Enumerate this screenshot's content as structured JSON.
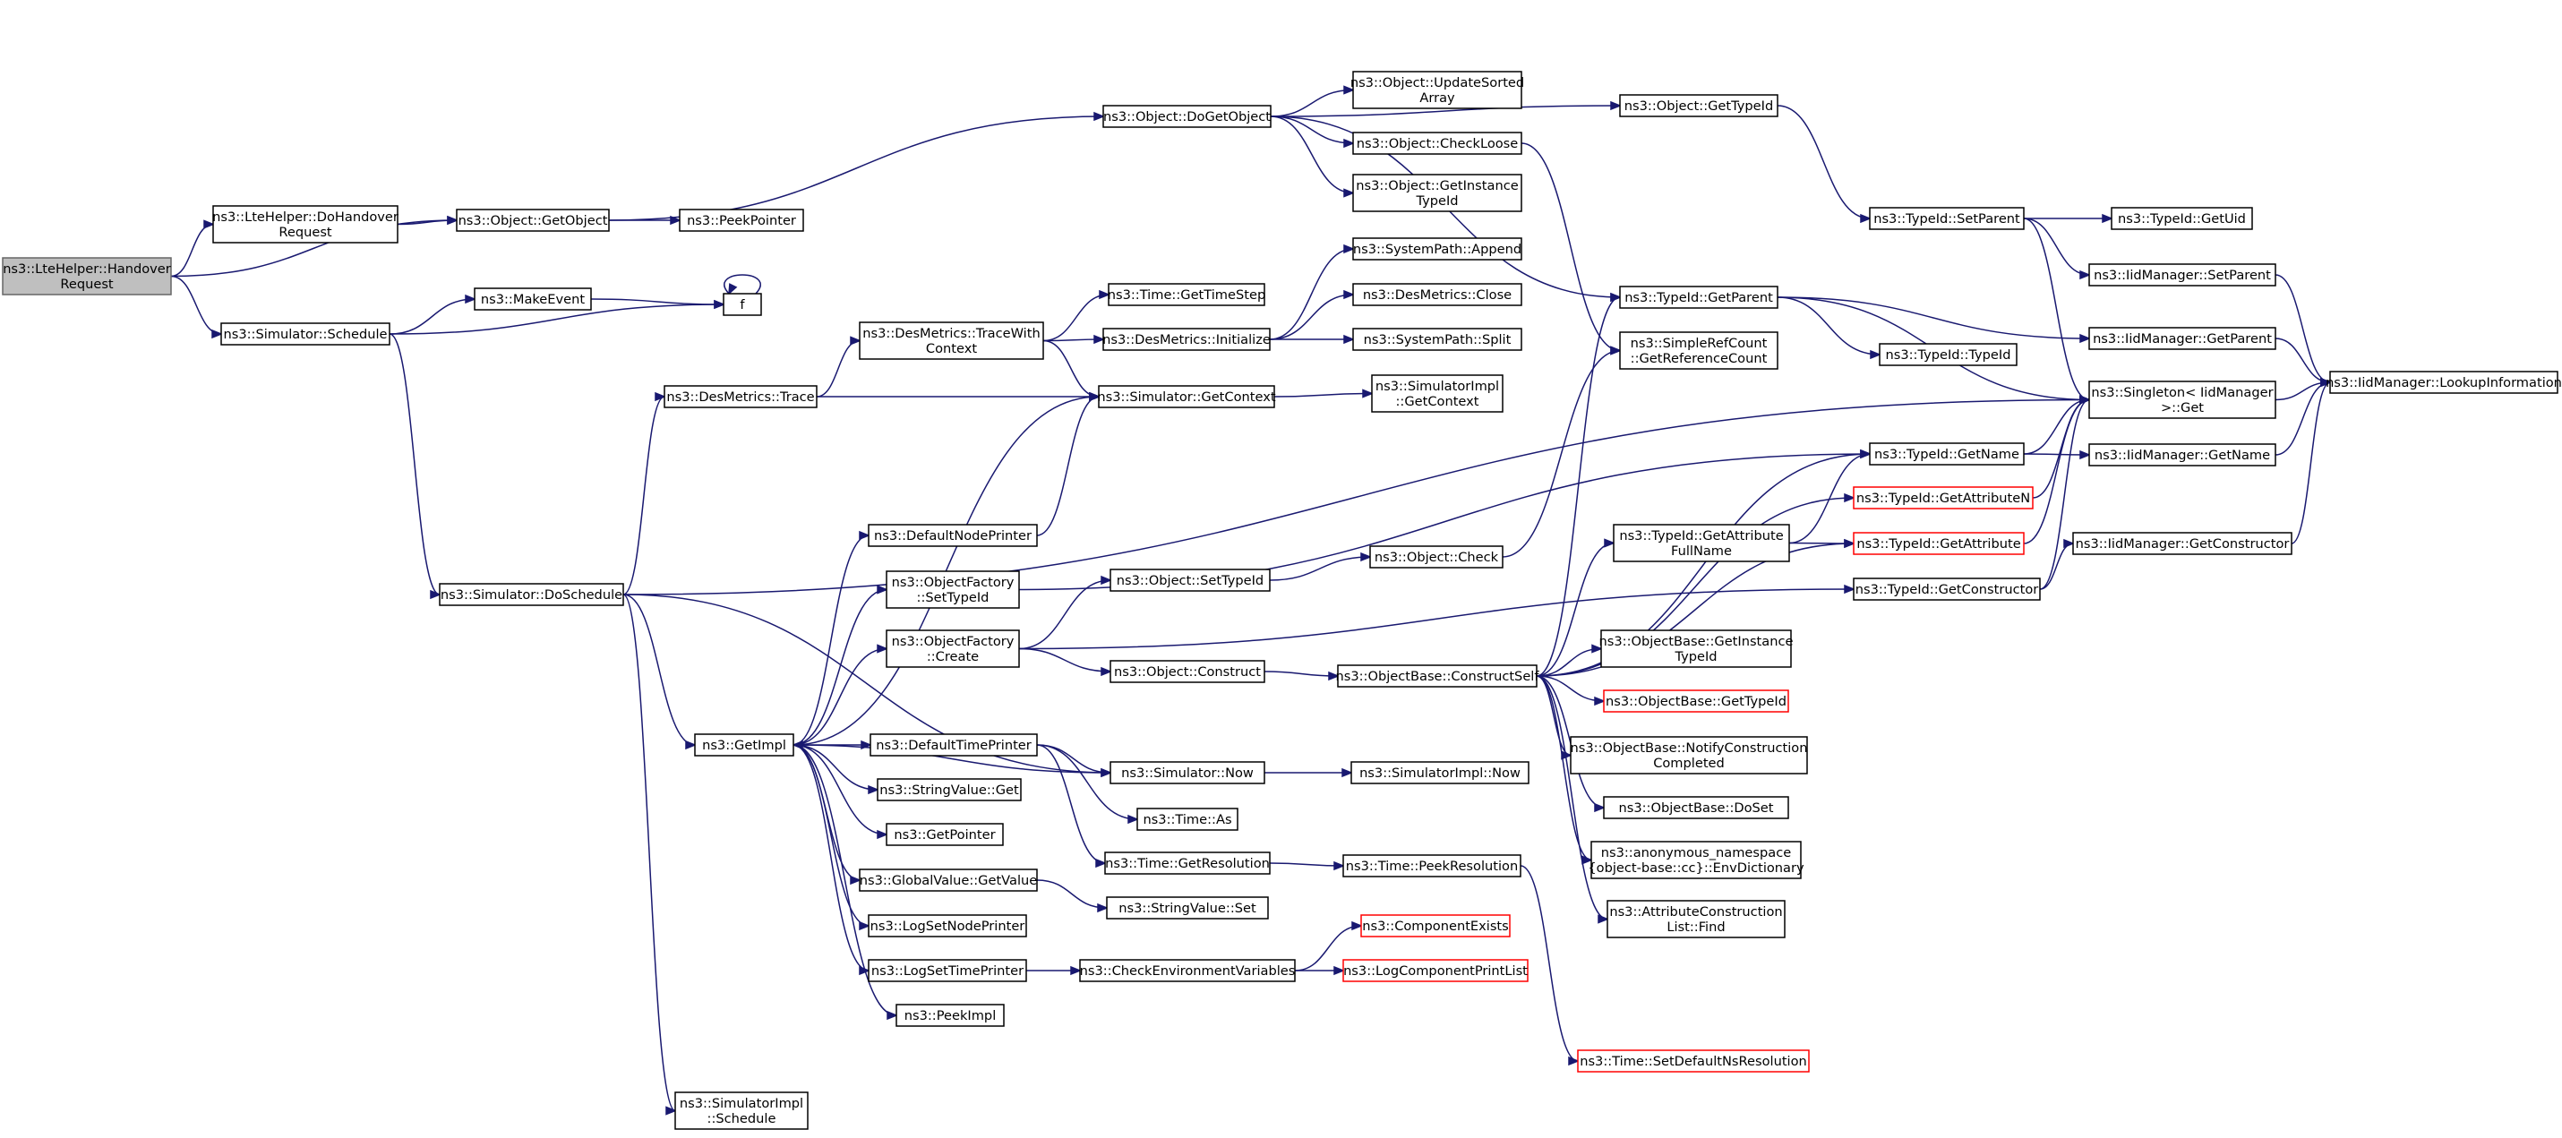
{
  "graph": {
    "root": "n_root",
    "nodes": [
      {
        "id": "n_root",
        "lines": [
          "ns3::LteHelper::Handover",
          "Request"
        ],
        "kind": "root"
      },
      {
        "id": "n_dohandover",
        "lines": [
          "ns3::LteHelper::DoHandover",
          "Request"
        ]
      },
      {
        "id": "n_getobject",
        "lines": [
          "ns3::Object::GetObject"
        ]
      },
      {
        "id": "n_peekpointer",
        "lines": [
          "ns3::PeekPointer"
        ]
      },
      {
        "id": "n_dogetobject",
        "lines": [
          "ns3::Object::DoGetObject"
        ]
      },
      {
        "id": "n_updatesorted",
        "lines": [
          "ns3::Object::UpdateSorted",
          "Array"
        ]
      },
      {
        "id": "n_checkloose",
        "lines": [
          "ns3::Object::CheckLoose"
        ]
      },
      {
        "id": "n_getinstancetypeid",
        "lines": [
          "ns3::Object::GetInstance",
          "TypeId"
        ]
      },
      {
        "id": "n_obj_gettypeid",
        "lines": [
          "ns3::Object::GetTypeId"
        ]
      },
      {
        "id": "n_setparent",
        "lines": [
          "ns3::TypeId::SetParent"
        ]
      },
      {
        "id": "n_getuid",
        "lines": [
          "ns3::TypeId::GetUid"
        ]
      },
      {
        "id": "n_iid_setparent",
        "lines": [
          "ns3::IidManager::SetParent"
        ]
      },
      {
        "id": "n_iid_getparent",
        "lines": [
          "ns3::IidManager::GetParent"
        ]
      },
      {
        "id": "n_lookupinfo",
        "lines": [
          "ns3::IidManager::LookupInformation"
        ]
      },
      {
        "id": "n_singleton",
        "lines": [
          "ns3::Singleton< IidManager",
          " >::Get"
        ]
      },
      {
        "id": "n_iid_getname",
        "lines": [
          "ns3::IidManager::GetName"
        ]
      },
      {
        "id": "n_iid_getctor",
        "lines": [
          "ns3::IidManager::GetConstructor"
        ]
      },
      {
        "id": "n_tid_getparent",
        "lines": [
          "ns3::TypeId::GetParent"
        ]
      },
      {
        "id": "n_tid_typeid",
        "lines": [
          "ns3::TypeId::TypeId"
        ]
      },
      {
        "id": "n_refcount",
        "lines": [
          "ns3::SimpleRefCount",
          "::GetReferenceCount"
        ]
      },
      {
        "id": "n_tid_getname",
        "lines": [
          "ns3::TypeId::GetName"
        ]
      },
      {
        "id": "n_getattrn",
        "lines": [
          "ns3::TypeId::GetAttributeN"
        ],
        "kind": "trunc"
      },
      {
        "id": "n_getattr",
        "lines": [
          "ns3::TypeId::GetAttribute"
        ],
        "kind": "trunc"
      },
      {
        "id": "n_getattrfull",
        "lines": [
          "ns3::TypeId::GetAttribute",
          "FullName"
        ]
      },
      {
        "id": "n_tid_getctor",
        "lines": [
          "ns3::TypeId::GetConstructor"
        ]
      },
      {
        "id": "n_makeevent",
        "lines": [
          "ns3::MakeEvent"
        ]
      },
      {
        "id": "n_f",
        "lines": [
          "f"
        ]
      },
      {
        "id": "n_sim_schedule",
        "lines": [
          "ns3::Simulator::Schedule"
        ]
      },
      {
        "id": "n_gettimestep",
        "lines": [
          "ns3::Time::GetTimeStep"
        ]
      },
      {
        "id": "n_tracewithctx",
        "lines": [
          "ns3::DesMetrics::TraceWith",
          "Context"
        ]
      },
      {
        "id": "n_des_init",
        "lines": [
          "ns3::DesMetrics::Initialize"
        ]
      },
      {
        "id": "n_append",
        "lines": [
          "ns3::SystemPath::Append"
        ]
      },
      {
        "id": "n_des_close",
        "lines": [
          "ns3::DesMetrics::Close"
        ]
      },
      {
        "id": "n_split",
        "lines": [
          "ns3::SystemPath::Split"
        ]
      },
      {
        "id": "n_des_trace",
        "lines": [
          "ns3::DesMetrics::Trace"
        ]
      },
      {
        "id": "n_sim_getctx",
        "lines": [
          "ns3::Simulator::GetContext"
        ]
      },
      {
        "id": "n_simimpl_getctx",
        "lines": [
          "ns3::SimulatorImpl",
          "::GetContext"
        ]
      },
      {
        "id": "n_defnodeprinter",
        "lines": [
          "ns3::DefaultNodePrinter"
        ]
      },
      {
        "id": "n_of_settypeid",
        "lines": [
          "ns3::ObjectFactory",
          "::SetTypeId"
        ]
      },
      {
        "id": "n_obj_settypeid",
        "lines": [
          "ns3::Object::SetTypeId"
        ]
      },
      {
        "id": "n_obj_check",
        "lines": [
          "ns3::Object::Check"
        ]
      },
      {
        "id": "n_of_create",
        "lines": [
          "ns3::ObjectFactory",
          "::Create"
        ]
      },
      {
        "id": "n_obj_construct",
        "lines": [
          "ns3::Object::Construct"
        ]
      },
      {
        "id": "n_constructself",
        "lines": [
          "ns3::ObjectBase::ConstructSelf"
        ]
      },
      {
        "id": "n_ob_getinstance",
        "lines": [
          "ns3::ObjectBase::GetInstance",
          "TypeId"
        ]
      },
      {
        "id": "n_ob_gettypeid",
        "lines": [
          "ns3::ObjectBase::GetTypeId"
        ],
        "kind": "trunc"
      },
      {
        "id": "n_notify",
        "lines": [
          "ns3::ObjectBase::NotifyConstruction",
          "Completed"
        ]
      },
      {
        "id": "n_doset",
        "lines": [
          "ns3::ObjectBase::DoSet"
        ]
      },
      {
        "id": "n_envdict",
        "lines": [
          "ns3::anonymous_namespace",
          "{object-base::cc}::EnvDictionary"
        ]
      },
      {
        "id": "n_attrfind",
        "lines": [
          "ns3::AttributeConstruction",
          "List::Find"
        ]
      },
      {
        "id": "n_doschedule",
        "lines": [
          "ns3::Simulator::DoSchedule"
        ]
      },
      {
        "id": "n_getimpl",
        "lines": [
          "ns3::GetImpl"
        ]
      },
      {
        "id": "n_deftimeprinter",
        "lines": [
          "ns3::DefaultTimePrinter"
        ]
      },
      {
        "id": "n_sim_now",
        "lines": [
          "ns3::Simulator::Now"
        ]
      },
      {
        "id": "n_simimpl_now",
        "lines": [
          "ns3::SimulatorImpl::Now"
        ]
      },
      {
        "id": "n_strval_get",
        "lines": [
          "ns3::StringValue::Get"
        ]
      },
      {
        "id": "n_time_as",
        "lines": [
          "ns3::Time::As"
        ]
      },
      {
        "id": "n_getpointer",
        "lines": [
          "ns3::GetPointer"
        ]
      },
      {
        "id": "n_getres",
        "lines": [
          "ns3::Time::GetResolution"
        ]
      },
      {
        "id": "n_peekres",
        "lines": [
          "ns3::Time::PeekResolution"
        ]
      },
      {
        "id": "n_gv_getvalue",
        "lines": [
          "ns3::GlobalValue::GetValue"
        ]
      },
      {
        "id": "n_strval_set",
        "lines": [
          "ns3::StringValue::Set"
        ]
      },
      {
        "id": "n_logsetnode",
        "lines": [
          "ns3::LogSetNodePrinter"
        ]
      },
      {
        "id": "n_logsettime",
        "lines": [
          "ns3::LogSetTimePrinter"
        ]
      },
      {
        "id": "n_checkenv",
        "lines": [
          "ns3::CheckEnvironmentVariables"
        ]
      },
      {
        "id": "n_compexists",
        "lines": [
          "ns3::ComponentExists"
        ],
        "kind": "trunc"
      },
      {
        "id": "n_logcompprint",
        "lines": [
          "ns3::LogComponentPrintList"
        ],
        "kind": "trunc"
      },
      {
        "id": "n_peekimpl",
        "lines": [
          "ns3::PeekImpl"
        ]
      },
      {
        "id": "n_setdefres",
        "lines": [
          "ns3::Time::SetDefaultNsResolution"
        ],
        "kind": "trunc"
      },
      {
        "id": "n_simimpl_schedule",
        "lines": [
          "ns3::SimulatorImpl",
          "::Schedule"
        ]
      }
    ],
    "edges": [
      [
        "n_root",
        "n_dohandover"
      ],
      [
        "n_root",
        "n_getobject"
      ],
      [
        "n_root",
        "n_sim_schedule"
      ],
      [
        "n_dohandover",
        "n_getobject"
      ],
      [
        "n_getobject",
        "n_peekpointer"
      ],
      [
        "n_getobject",
        "n_dogetobject"
      ],
      [
        "n_dogetobject",
        "n_updatesorted"
      ],
      [
        "n_dogetobject",
        "n_checkloose"
      ],
      [
        "n_dogetobject",
        "n_getinstancetypeid"
      ],
      [
        "n_dogetobject",
        "n_obj_gettypeid"
      ],
      [
        "n_dogetobject",
        "n_tid_getparent"
      ],
      [
        "n_checkloose",
        "n_refcount"
      ],
      [
        "n_obj_gettypeid",
        "n_setparent"
      ],
      [
        "n_setparent",
        "n_getuid"
      ],
      [
        "n_setparent",
        "n_iid_setparent"
      ],
      [
        "n_setparent",
        "n_singleton"
      ],
      [
        "n_iid_setparent",
        "n_lookupinfo"
      ],
      [
        "n_iid_getparent",
        "n_lookupinfo"
      ],
      [
        "n_singleton",
        "n_lookupinfo"
      ],
      [
        "n_iid_getname",
        "n_lookupinfo"
      ],
      [
        "n_iid_getctor",
        "n_lookupinfo"
      ],
      [
        "n_tid_getparent",
        "n_tid_typeid"
      ],
      [
        "n_tid_getparent",
        "n_iid_getparent"
      ],
      [
        "n_tid_getparent",
        "n_singleton"
      ],
      [
        "n_tid_getname",
        "n_singleton"
      ],
      [
        "n_tid_getname",
        "n_iid_getname"
      ],
      [
        "n_getattrn",
        "n_singleton"
      ],
      [
        "n_getattr",
        "n_singleton"
      ],
      [
        "n_getattrfull",
        "n_tid_getname"
      ],
      [
        "n_getattrfull",
        "n_getattr"
      ],
      [
        "n_tid_getctor",
        "n_singleton"
      ],
      [
        "n_tid_getctor",
        "n_iid_getctor"
      ],
      [
        "n_sim_schedule",
        "n_makeevent"
      ],
      [
        "n_sim_schedule",
        "n_f"
      ],
      [
        "n_sim_schedule",
        "n_doschedule"
      ],
      [
        "n_makeevent",
        "n_f"
      ],
      [
        "n_f",
        "n_f"
      ],
      [
        "n_tracewithctx",
        "n_gettimestep"
      ],
      [
        "n_tracewithctx",
        "n_des_init"
      ],
      [
        "n_tracewithctx",
        "n_sim_getctx"
      ],
      [
        "n_des_init",
        "n_append"
      ],
      [
        "n_des_init",
        "n_des_close"
      ],
      [
        "n_des_init",
        "n_split"
      ],
      [
        "n_des_trace",
        "n_tracewithctx"
      ],
      [
        "n_des_trace",
        "n_sim_getctx"
      ],
      [
        "n_sim_getctx",
        "n_simimpl_getctx"
      ],
      [
        "n_defnodeprinter",
        "n_sim_getctx"
      ],
      [
        "n_of_settypeid",
        "n_tid_getname"
      ],
      [
        "n_obj_settypeid",
        "n_obj_check"
      ],
      [
        "n_obj_check",
        "n_refcount"
      ],
      [
        "n_of_create",
        "n_obj_settypeid"
      ],
      [
        "n_of_create",
        "n_obj_construct"
      ],
      [
        "n_of_create",
        "n_tid_getctor"
      ],
      [
        "n_obj_construct",
        "n_constructself"
      ],
      [
        "n_constructself",
        "n_tid_getparent"
      ],
      [
        "n_constructself",
        "n_tid_getname"
      ],
      [
        "n_constructself",
        "n_getattrfull"
      ],
      [
        "n_constructself",
        "n_getattrn"
      ],
      [
        "n_constructself",
        "n_ob_getinstance"
      ],
      [
        "n_constructself",
        "n_ob_gettypeid"
      ],
      [
        "n_constructself",
        "n_notify"
      ],
      [
        "n_constructself",
        "n_doset"
      ],
      [
        "n_constructself",
        "n_envdict"
      ],
      [
        "n_constructself",
        "n_attrfind"
      ],
      [
        "n_constructself",
        "n_getattr"
      ],
      [
        "n_doschedule",
        "n_des_trace"
      ],
      [
        "n_doschedule",
        "n_singleton"
      ],
      [
        "n_doschedule",
        "n_getimpl"
      ],
      [
        "n_doschedule",
        "n_sim_now"
      ],
      [
        "n_doschedule",
        "n_simimpl_schedule"
      ],
      [
        "n_getimpl",
        "n_sim_getctx"
      ],
      [
        "n_getimpl",
        "n_defnodeprinter"
      ],
      [
        "n_getimpl",
        "n_of_settypeid"
      ],
      [
        "n_getimpl",
        "n_of_create"
      ],
      [
        "n_getimpl",
        "n_deftimeprinter"
      ],
      [
        "n_getimpl",
        "n_strval_get"
      ],
      [
        "n_getimpl",
        "n_getpointer"
      ],
      [
        "n_getimpl",
        "n_gv_getvalue"
      ],
      [
        "n_getimpl",
        "n_logsetnode"
      ],
      [
        "n_getimpl",
        "n_logsettime"
      ],
      [
        "n_getimpl",
        "n_peekimpl"
      ],
      [
        "n_deftimeprinter",
        "n_sim_now"
      ],
      [
        "n_deftimeprinter",
        "n_time_as"
      ],
      [
        "n_deftimeprinter",
        "n_getres"
      ],
      [
        "n_sim_now",
        "n_getimpl"
      ],
      [
        "n_sim_now",
        "n_simimpl_now"
      ],
      [
        "n_getres",
        "n_peekres"
      ],
      [
        "n_peekres",
        "n_setdefres"
      ],
      [
        "n_gv_getvalue",
        "n_strval_set"
      ],
      [
        "n_logsettime",
        "n_checkenv"
      ],
      [
        "n_checkenv",
        "n_compexists"
      ],
      [
        "n_checkenv",
        "n_logcompprint"
      ]
    ]
  }
}
